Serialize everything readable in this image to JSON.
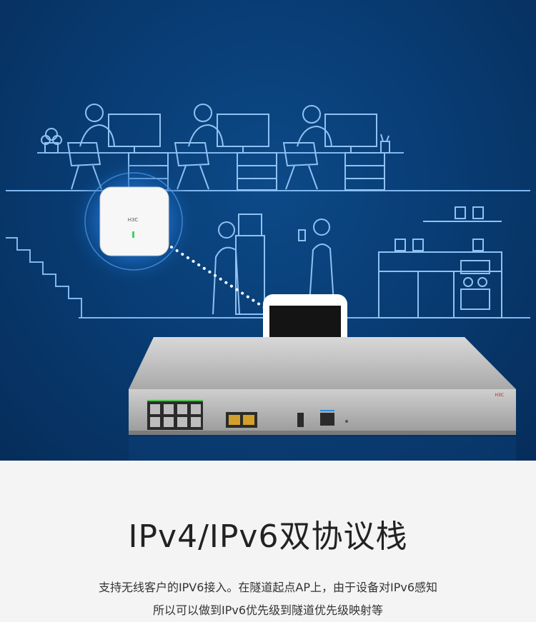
{
  "illustration": {
    "ap_brand": "H3C",
    "device_brand": "H3C"
  },
  "content": {
    "headline": "IPv4/IPv6双协议栈",
    "desc_line1": "支持无线客户的IPV6接入。在隧道起点AP上，由于设备对IPv6感知",
    "desc_line2": "所以可以做到IPv6优先级到隧道优先级映射等"
  }
}
